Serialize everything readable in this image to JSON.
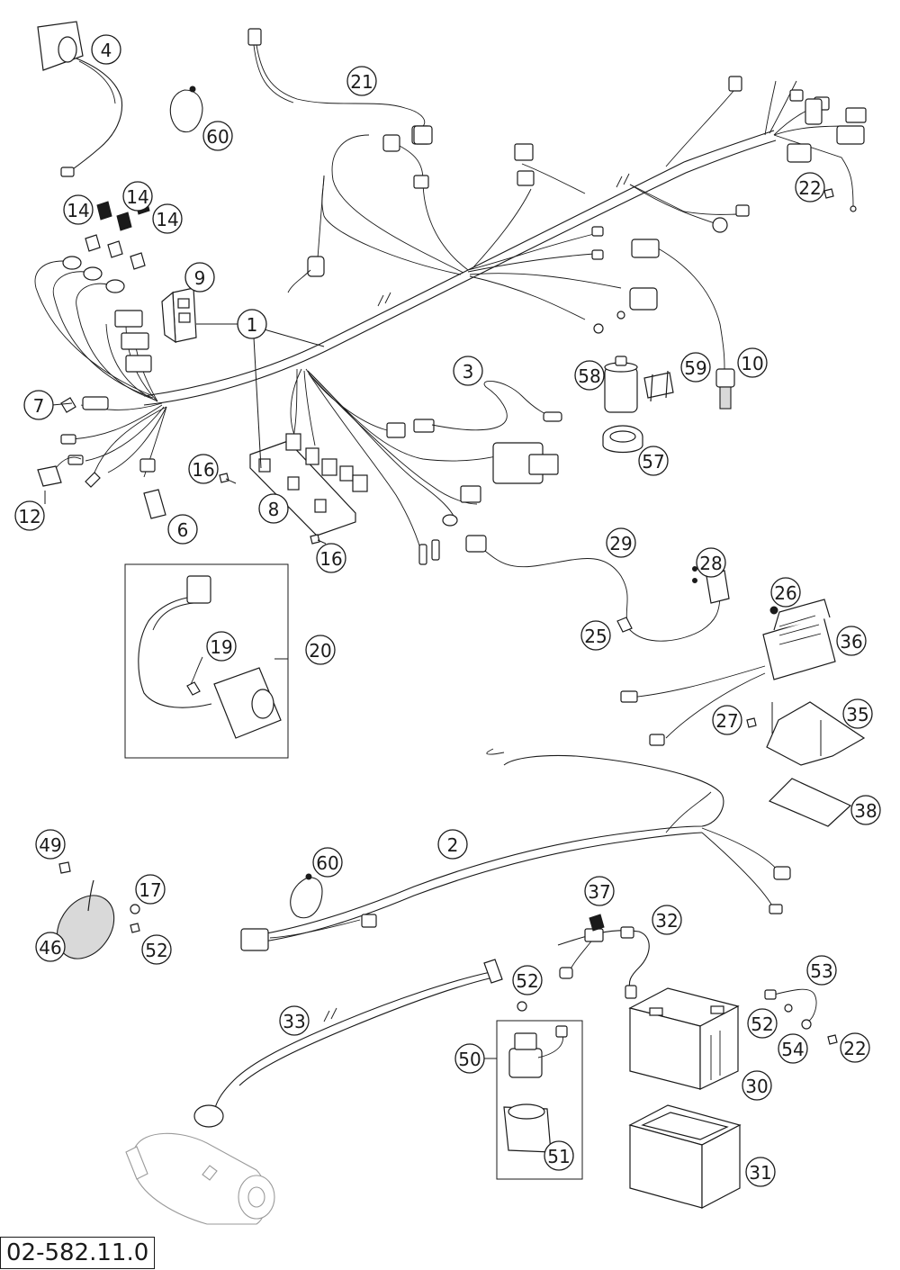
{
  "drawing_number": "02-582.11.0",
  "callouts": [
    "1",
    "2",
    "3",
    "4",
    "6",
    "7",
    "8",
    "9",
    "10",
    "12",
    "14",
    "16",
    "17",
    "19",
    "20",
    "21",
    "22",
    "25",
    "26",
    "27",
    "28",
    "29",
    "30",
    "31",
    "32",
    "33",
    "35",
    "36",
    "37",
    "38",
    "46",
    "49",
    "50",
    "51",
    "52",
    "53",
    "54",
    "57",
    "58",
    "59",
    "60"
  ],
  "parts": {
    "main_harness": "1",
    "secondary_harness": "2",
    "sensor_cable": "3",
    "handlebar_switch": "4",
    "connector_6": "6",
    "connector_7": "7",
    "fuse_box_plate": "8",
    "bracket_9": "9",
    "pressure_switch": "10",
    "connector_12": "12",
    "fuses": "14",
    "screw_16": "16",
    "washer": "17",
    "wire_19": "19",
    "switch_assembly": "20",
    "cable_21": "21",
    "screw_22": "22",
    "clip_25": "25",
    "nut_26": "26",
    "screw_27": "27",
    "holder_28": "28",
    "cable_29": "29",
    "battery": "30",
    "battery_case": "31",
    "fuse_cable": "32",
    "starter_cable": "33",
    "regulator_bracket": "35",
    "voltage_regulator": "36",
    "fuse_37": "37",
    "insulation_plate": "38",
    "horn": "46",
    "screw_49": "49",
    "starter_relay_assembly": "50",
    "relay_holder": "51",
    "nut_52": "52",
    "ground_cable": "53",
    "lock_washer": "54",
    "sleeve_57": "57",
    "capacitor": "58",
    "holder_59": "59",
    "cable_tie": "60"
  }
}
